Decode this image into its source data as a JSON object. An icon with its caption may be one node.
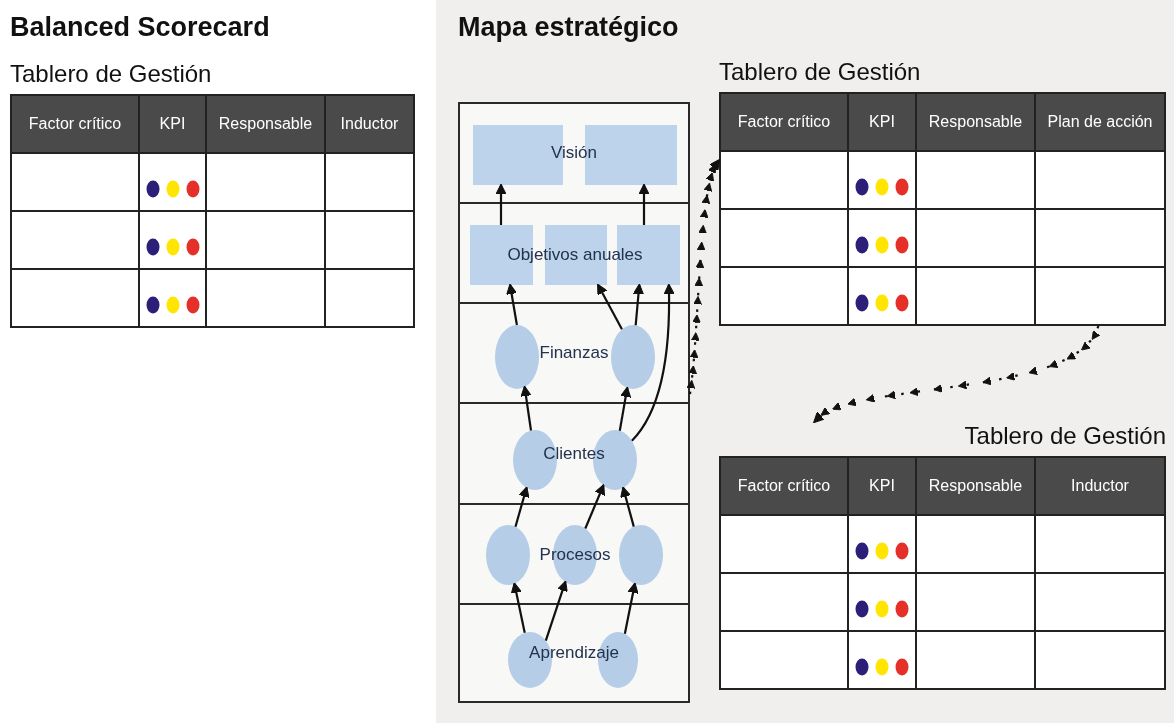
{
  "diagram": {
    "nodes": [
      {
        "text": [
          "Tablero de Gestión",
          "Factor crítico",
          "KPI",
          "Responsable",
          "Inductor"
        ]
      },
      {
        "text": [],
        "shape": "box"
      },
      {
        "text": [
          "Visión"
        ],
        "in": 1
      },
      {
        "text": [],
        "shape": "box",
        "in": 2
      },
      {
        "text": [],
        "shape": "box",
        "in": 2
      },
      {
        "text": [],
        "shape": "box",
        "in": 1
      },
      {
        "text": [
          "Objetivos anuales"
        ],
        "in": 5
      },
      {
        "text": [
          "Finanzas"
        ],
        "in": 1
      },
      {
        "text": [],
        "shape": "circle",
        "in": 7
      },
      {
        "text": [],
        "shape": "circle",
        "in": 7
      },
      {
        "text": [
          "Clientes"
        ],
        "in": 1
      },
      {
        "text": [],
        "shape": "circle",
        "in": 10
      },
      {
        "text": [],
        "shape": "circle",
        "in": 10
      },
      {
        "text": [],
        "shape": "box",
        "in": 1
      },
      {
        "text": [],
        "shape": "circle",
        "in": 13
      },
      {
        "text": [
          "Procesos"
        ],
        "in": 13
      },
      {
        "text": [],
        "shape": "circle",
        "in": 13
      },
      {
        "text": [
          "Aprendizaje"
        ],
        "in": 1
      },
      {
        "text": [],
        "shape": "circle",
        "in": 17
      },
      {
        "text": [],
        "shape": "circle",
        "in": 17
      },
      {
        "text": [
          "Tablero de Gestión",
          "Factor crítico",
          "KPI",
          "Responsable",
          "Plan de acción"
        ]
      },
      {
        "text": [
          "Tablero de Gestión",
          "Factor crítico",
          "KPI",
          "Responsable",
          "Inductor"
        ]
      }
    ],
    "edges": [
      {
        "from": 6,
        "to": 3,
        "arrow": "to"
      },
      {
        "from": 6,
        "to": 4,
        "arrow": "to"
      },
      {
        "from": 8,
        "to": 6,
        "arrow": "to"
      },
      {
        "from": 9,
        "to": 6,
        "arrow": "to"
      },
      {
        "from": 9,
        "to": 6,
        "arrow": "to"
      },
      {
        "from": 12,
        "to": 6,
        "arrow": "to"
      },
      {
        "from": 11,
        "to": 8,
        "arrow": "to"
      },
      {
        "from": 12,
        "to": 9,
        "arrow": "to"
      },
      {
        "from": 14,
        "to": 11,
        "arrow": "to"
      },
      {
        "from": 15,
        "to": 12,
        "arrow": "to"
      },
      {
        "from": 16,
        "to": 12,
        "arrow": "to"
      },
      {
        "from": 18,
        "to": 14,
        "arrow": "to"
      },
      {
        "from": 18,
        "to": 15,
        "arrow": "to"
      },
      {
        "from": 19,
        "to": 16,
        "arrow": "to"
      },
      {
        "from": 1,
        "to": 20,
        "arrow": "to",
        "style": "dashed"
      },
      {
        "from": 20,
        "to": 21,
        "arrow": "to",
        "style": "dashed"
      }
    ],
    "labels": [
      "Balanced Scorecard",
      "Mapa estratégico"
    ]
  }
}
